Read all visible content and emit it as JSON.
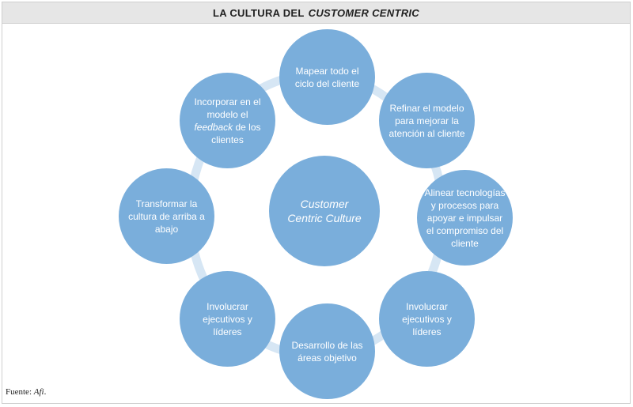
{
  "header": {
    "title_prefix": "LA CULTURA DEL",
    "title_italic": "CUSTOMER CENTRIC"
  },
  "center": {
    "label": "Customer Centric Culture"
  },
  "nodes": {
    "mapear": "Mapear todo el ciclo del cliente",
    "refinar": "Refinar el modelo para mejorar la atención al cliente",
    "alinear": "Alinear tecnologías y procesos para apoyar e impulsar el compromiso del cliente",
    "involucrar_derecha": "Involucrar ejecutivos y líderes",
    "desarrollo": "Desarrollo de las áreas objetivo",
    "involucrar_izquierda": "Involucrar ejecutivos y líderes",
    "transformar": "Transformar la cultura de arriba a abajo",
    "incorporar": {
      "before": "Incorporar en el modelo el",
      "italic": "feedback",
      "after": "de los clientes"
    }
  },
  "source": {
    "prefix": "Fuente:",
    "italic": "Afi",
    "suffix": "."
  },
  "colors": {
    "node": "#7aaedb",
    "ring": "#d6e6f4",
    "header_bg": "#e6e6e6"
  }
}
